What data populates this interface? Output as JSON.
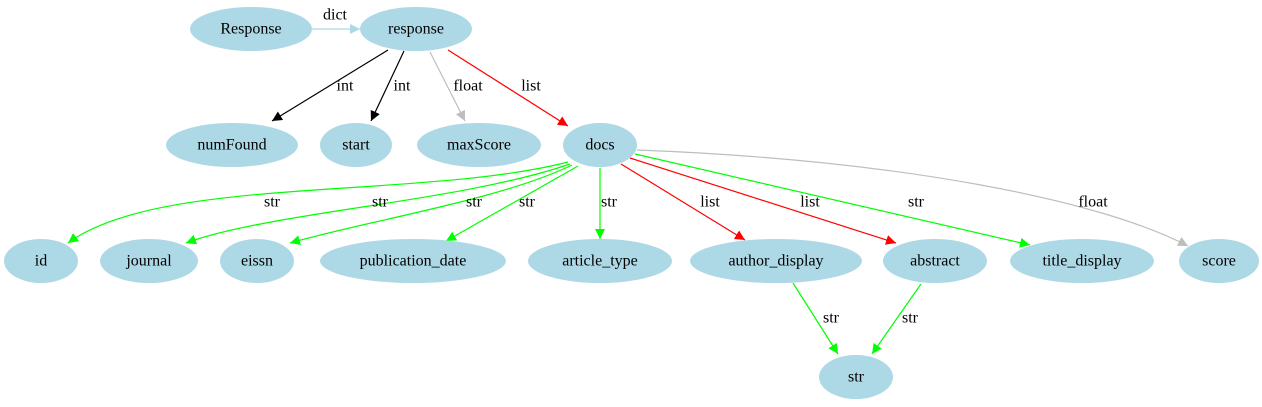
{
  "nodes": {
    "Response": "Response",
    "response": "response",
    "numFound": "numFound",
    "start": "start",
    "maxScore": "maxScore",
    "docs": "docs",
    "id": "id",
    "journal": "journal",
    "eissn": "eissn",
    "publication_date": "publication_date",
    "article_type": "article_type",
    "author_display": "author_display",
    "abstract": "abstract",
    "title_display": "title_display",
    "score": "score",
    "str": "str"
  },
  "edges": [
    {
      "from": "Response",
      "to": "response",
      "label": "dict",
      "color": "#add8e6"
    },
    {
      "from": "response",
      "to": "numFound",
      "label": "int",
      "color": "#000000"
    },
    {
      "from": "response",
      "to": "start",
      "label": "int",
      "color": "#000000"
    },
    {
      "from": "response",
      "to": "maxScore",
      "label": "float",
      "color": "#bebebe"
    },
    {
      "from": "response",
      "to": "docs",
      "label": "list",
      "color": "#ff0000"
    },
    {
      "from": "docs",
      "to": "id",
      "label": "str",
      "color": "#00ff00"
    },
    {
      "from": "docs",
      "to": "journal",
      "label": "str",
      "color": "#00ff00"
    },
    {
      "from": "docs",
      "to": "eissn",
      "label": "str",
      "color": "#00ff00"
    },
    {
      "from": "docs",
      "to": "publication_date",
      "label": "str",
      "color": "#00ff00"
    },
    {
      "from": "docs",
      "to": "article_type",
      "label": "str",
      "color": "#00ff00"
    },
    {
      "from": "docs",
      "to": "author_display",
      "label": "list",
      "color": "#ff0000"
    },
    {
      "from": "docs",
      "to": "abstract",
      "label": "list",
      "color": "#ff0000"
    },
    {
      "from": "docs",
      "to": "title_display",
      "label": "str",
      "color": "#00ff00"
    },
    {
      "from": "docs",
      "to": "score",
      "label": "float",
      "color": "#bebebe"
    },
    {
      "from": "author_display",
      "to": "str",
      "label": "str",
      "color": "#00ff00"
    },
    {
      "from": "abstract",
      "to": "str",
      "label": "str",
      "color": "#00ff00"
    }
  ]
}
